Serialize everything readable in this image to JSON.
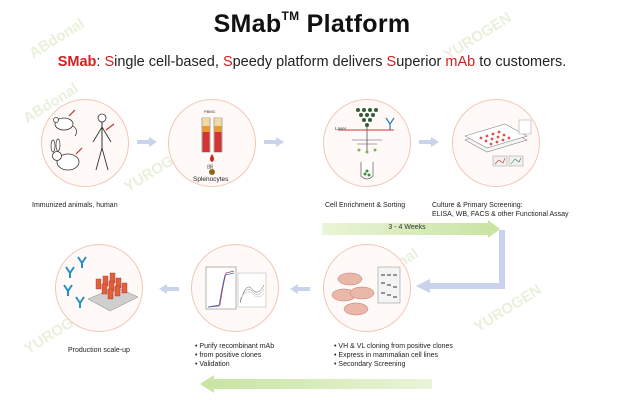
{
  "title": {
    "main": "SMab",
    "sup": "TM",
    "rest": " Platform"
  },
  "subtitle": {
    "p1": "SMab",
    "p2": ": ",
    "p3": "S",
    "p4": "ingle cell-based, ",
    "p5": "S",
    "p6": "peedy platform delivers ",
    "p7": "S",
    "p8": "uperior ",
    "p9": "mAb",
    "p10": " to customers."
  },
  "steps": {
    "immunized": "Immunized animals, human",
    "pbmc_top": "PBMC",
    "or1": "OR",
    "or2": "OR",
    "splenocytes": "Splenocytes",
    "laser": "Laser",
    "enrichment": "Cell Enrichment & Sorting",
    "culture_l1": "Culture  & Primary Screening:",
    "culture_l2": "ELISA, WB, FACS & other Functional Assay",
    "weeks": "3 - 4 Weeks",
    "cloning": [
      "VH & VL cloning from positive clones",
      "Express in mammalian cell lines",
      "Secondary Screening"
    ],
    "purify": [
      "Purify recombinant mAb",
      "from positive clones",
      "Validation"
    ],
    "scaleup": "Production scale-up"
  },
  "watermarks": [
    "ABdonal",
    "YUROGEN"
  ],
  "colors": {
    "accent_red": "#d42020",
    "circle_border": "#f3c6b6",
    "arrow_blue": "#c9d3ec",
    "timeline_green": "#c9e4a3"
  }
}
